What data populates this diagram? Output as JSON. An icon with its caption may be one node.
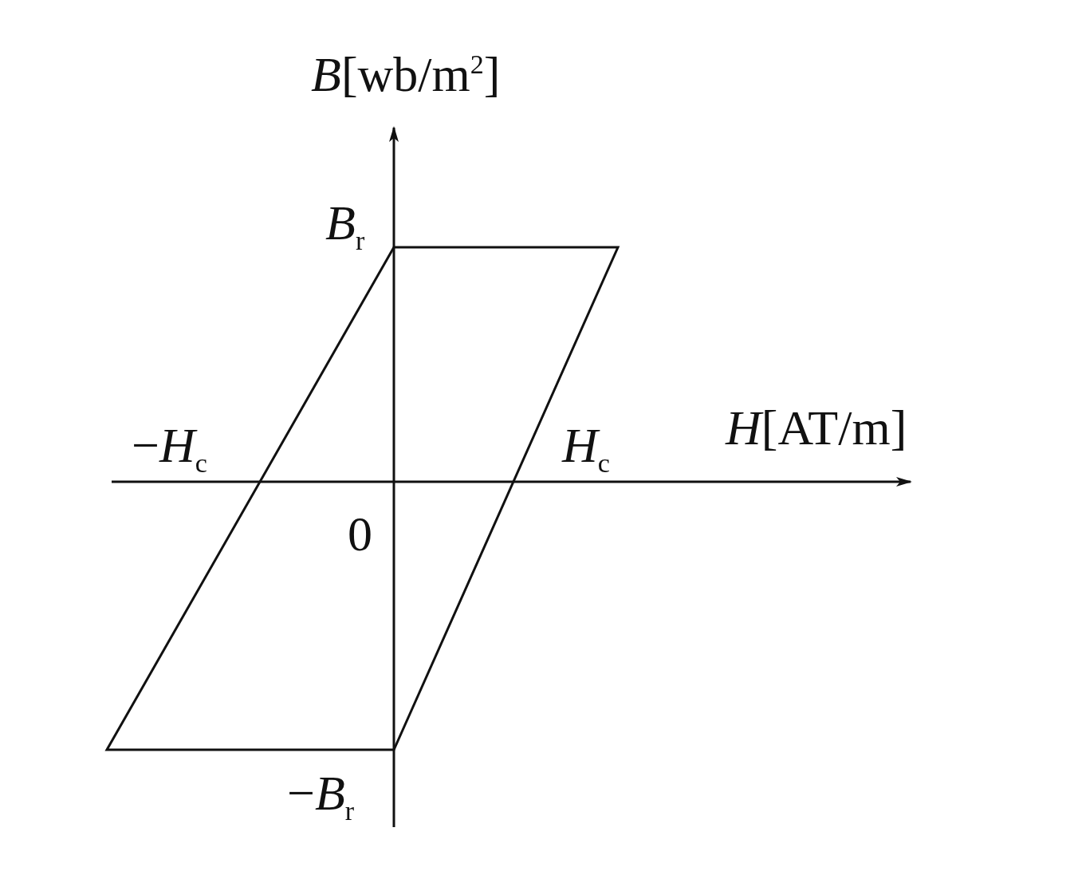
{
  "diagram": {
    "labels": [
      "*B*[wb/m$^{2}$]",
      "*B*$_{r}$",
      "−*H*$_{c}$",
      "*H*$_{c}$",
      "*H*[AT/m]",
      "0",
      "−*B*$_{r}$"
    ]
  }
}
